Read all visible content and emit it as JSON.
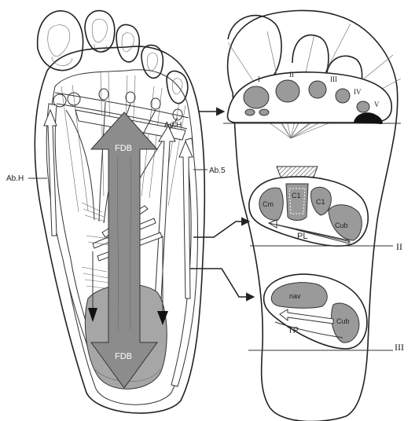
{
  "diagram": {
    "left_labels": {
      "fdb_upper": "FDB",
      "fdb_lower": "FDB",
      "ab_h": "Ab.H",
      "ad_h": "Ad.H",
      "ab_5": "Ab.5"
    },
    "section_1": {
      "rays": [
        "I",
        "II",
        "III",
        "IV",
        "V"
      ]
    },
    "section_2": {
      "bones": {
        "cm": "Cm",
        "c1": "C1",
        "c2": "C1",
        "cub": "Cub"
      },
      "ligament": "PL",
      "level": "II"
    },
    "section_3": {
      "bones": {
        "nav": "nav",
        "cub": "Cub"
      },
      "tendon": "TP",
      "level": "III"
    },
    "colors": {
      "muscle": "#8c8c8c",
      "bone": "#9a9a9a",
      "line": "#333333",
      "background": "#ffffff"
    }
  }
}
